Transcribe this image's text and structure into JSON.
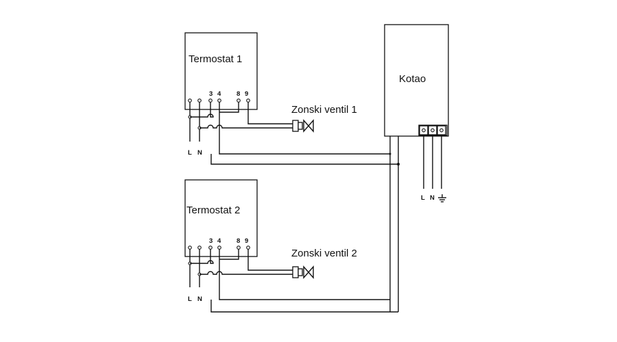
{
  "thermostat1": {
    "title": "Termostat 1",
    "terminals": {
      "t3": "3",
      "t4": "4",
      "t8": "8",
      "t9": "9"
    },
    "supply": {
      "l": "L",
      "n": "N"
    }
  },
  "thermostat2": {
    "title": "Termostat 2",
    "terminals": {
      "t3": "3",
      "t4": "4",
      "t8": "8",
      "t9": "9"
    },
    "supply": {
      "l": "L",
      "n": "N"
    }
  },
  "valve1": {
    "label": "Zonski ventil 1"
  },
  "valve2": {
    "label": "Zonski ventil 2"
  },
  "boiler": {
    "label": "Kotao",
    "supply": {
      "l": "L",
      "n": "N"
    }
  }
}
